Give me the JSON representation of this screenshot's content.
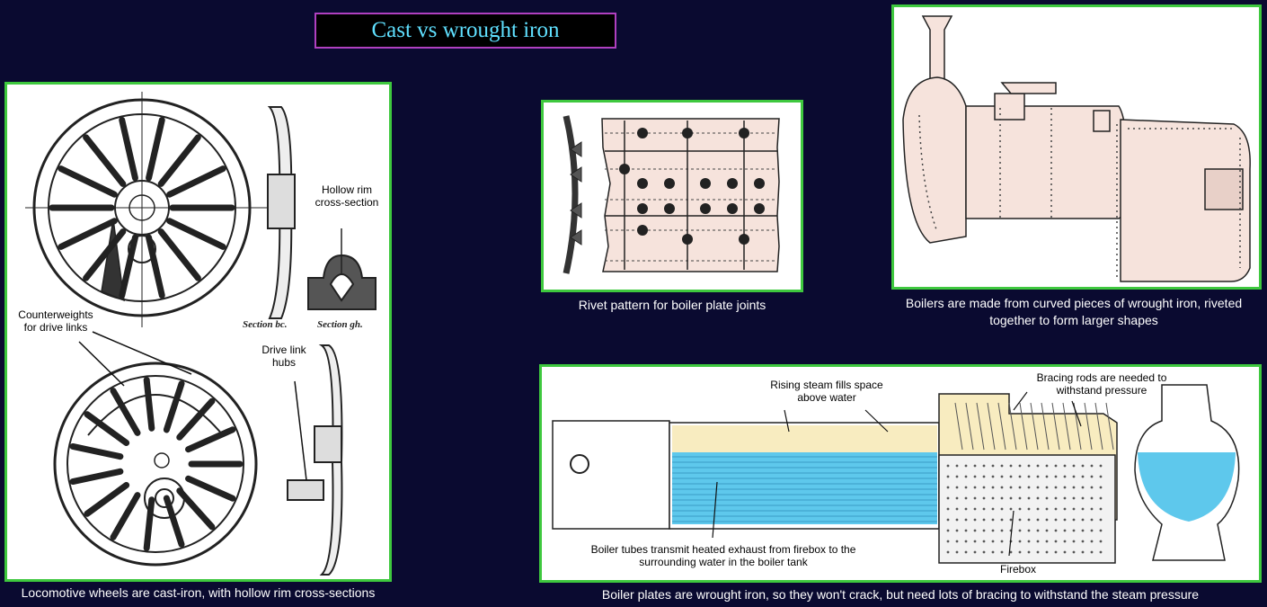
{
  "title": "Cast vs wrought iron",
  "wheels": {
    "label_hollow_rim": "Hollow rim cross-section",
    "label_counterweights": "Counterweights for drive links",
    "label_drive_hubs": "Drive link hubs",
    "label_section_bc": "Section bc.",
    "label_section_gh": "Section gh.",
    "caption": "Locomotive wheels are cast-iron, with hollow rim cross-sections"
  },
  "rivets": {
    "caption": "Rivet pattern for boiler plate joints"
  },
  "boiler_outside": {
    "caption": "Boilers  are made from curved pieces of wrought iron, riveted together to form larger shapes"
  },
  "boiler_section": {
    "label_steam": "Rising steam fills space above water",
    "label_bracing": "Bracing rods are needed to withstand pressure",
    "label_tubes": "Boiler tubes transmit heated exhaust from firebox to the surrounding water in the boiler tank",
    "label_firebox": "Firebox",
    "caption": "Boiler plates are wrought iron, so they won't crack, but need lots of bracing to withstand the steam pressure"
  },
  "colors": {
    "water": "#5ec8ec",
    "steam": "#f8ecc0",
    "plate": "#f6e3dc",
    "panel_border": "#3ec83e"
  }
}
